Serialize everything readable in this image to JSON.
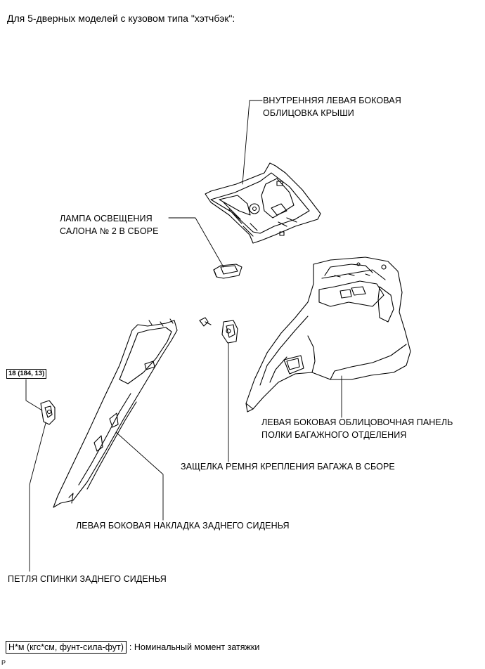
{
  "heading": "Для 5-дверных моделей с кузовом типа \"хэтчбэк\":",
  "labels": {
    "roof_trim_line1": "ВНУТРЕННЯЯ ЛЕВАЯ БОКОВАЯ",
    "roof_trim_line2": "ОБЛИЦОВКА КРЫШИ",
    "lamp_line1": "ЛАМПА ОСВЕЩЕНИЯ",
    "lamp_line2": "САЛОНА № 2 В СБОРЕ",
    "deck_panel_line1": "ЛЕВАЯ БОКОВАЯ ОБЛИЦОВОЧНАЯ ПАНЕЛЬ",
    "deck_panel_line2": "ПОЛКИ БАГАЖНОГО ОТДЕЛЕНИЯ",
    "latch": "ЗАЩЕЛКА РЕМНЯ КРЕПЛЕНИЯ БАГАЖА В СБОРЕ",
    "seat_trim": "ЛЕВАЯ БОКОВАЯ НАКЛАДКА ЗАДНЕГО СИДЕНЬЯ",
    "hinge": "ПЕТЛЯ СПИНКИ ЗАДНЕГО СИДЕНЬЯ"
  },
  "torque": "18 (184, 13)",
  "legend": {
    "unit": "Н*м (кгс*см, фунт-сила-фут)",
    "description": ": Номинальный момент затяжки"
  },
  "code": "P"
}
